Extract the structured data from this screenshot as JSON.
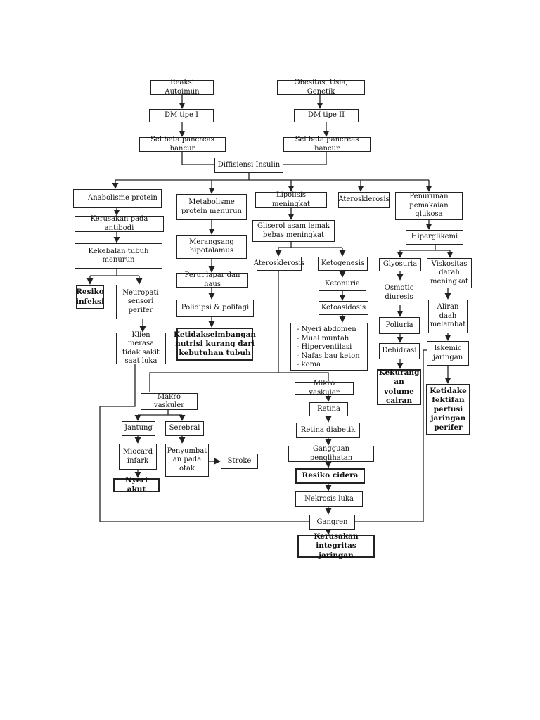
{
  "nodes": {
    "reaksi_autoimun": "Reaksi Autoimun",
    "obesitas": "Obesitas, Usia, Genetik",
    "dm_tipe1": "DM tipe I",
    "dm_tipe2": "DM tipe II",
    "sel_beta1": "Sel beta pancreas hancur",
    "sel_beta2": "Sel beta pancreas hancur",
    "defisiensi": "Diffisiensi Insulin",
    "anabolisme": "Anabolisme protein",
    "metabolisme": "Metabolisme\nprotein menurun",
    "lipolisis": "Lipolisis meningkat",
    "aterosklerosis_top": "Aterosklerosis",
    "penurunan": "Penurunan\npemakaian glukosa",
    "kerusakan_antibodi": "Kerusakan pada antibodi",
    "merangsang": "Merangsang\nhipotalamus",
    "gliserol": "Gliserol asam lemak\nbebas meningkat",
    "hiperglikemi": "Hiperglikemi",
    "kekebalan": "Kekebalan tubuh\nmenurun",
    "aterosklerosis_mid": "Aterosklerosis",
    "ketogenesis": "Ketogenesis",
    "glyosuria": "Glyosuria",
    "viskositas": "Viskositas\ndarah\nmeningkat",
    "perut_lapar": "Perut lapar dan haus",
    "ketonuria": "Ketonuria",
    "osmotic": "Osmotic\ndiuresis",
    "resiko_infeksi": "Resiko\ninfeksi",
    "neuropati": "Neuropati\nsensori\nperifer",
    "polidipsi": "Polidipsi & polifagi",
    "ketoasidosis": "Ketoasidosis",
    "aliran": "Aliran\ndaah\nmelambat",
    "poliuria": "Poliuria",
    "gejala_list": "- Nyeri abdomen\n- Mual muntah\n- Hiperventilasi\n-  Nafas bau keton\n- koma",
    "klien": "Klien merasa\ntidak sakit\nsaat luka",
    "ketidakseimbangan": "Ketidakseimbangan\nnutrisi kurang dari\nkebutuhan tubuh",
    "dehidrasi": "Dehidrasi",
    "iskemic": "Iskemic\njaringan",
    "kekurangan": "Kekurang\nan volume\ncairan",
    "ketidakefektifan": "Ketidake\nfektifan\nperfusi\njaringan\nperifer",
    "mikrovaskuler": "Mikro vaskuler",
    "makrovaskuler": "Makro vaskuler",
    "retina": "Retina",
    "jantung": "Jantung",
    "serebral": "Serebral",
    "retina_diabetik": "Retina diabetik",
    "miocard": "Miocard\ninfark",
    "penyumbat": "Penyumbat\nan pada\notak",
    "stroke": "Stroke",
    "gangguan": "Gangguan penglihatan",
    "resiko_cidera": "Resiko cidera",
    "nyeri_akut": "Nyeri akut",
    "nekrosis": "Nekrosis luka",
    "gangren": "Gangren",
    "kerusakan_integritas": "Kerusakan integritas\njaringan"
  }
}
